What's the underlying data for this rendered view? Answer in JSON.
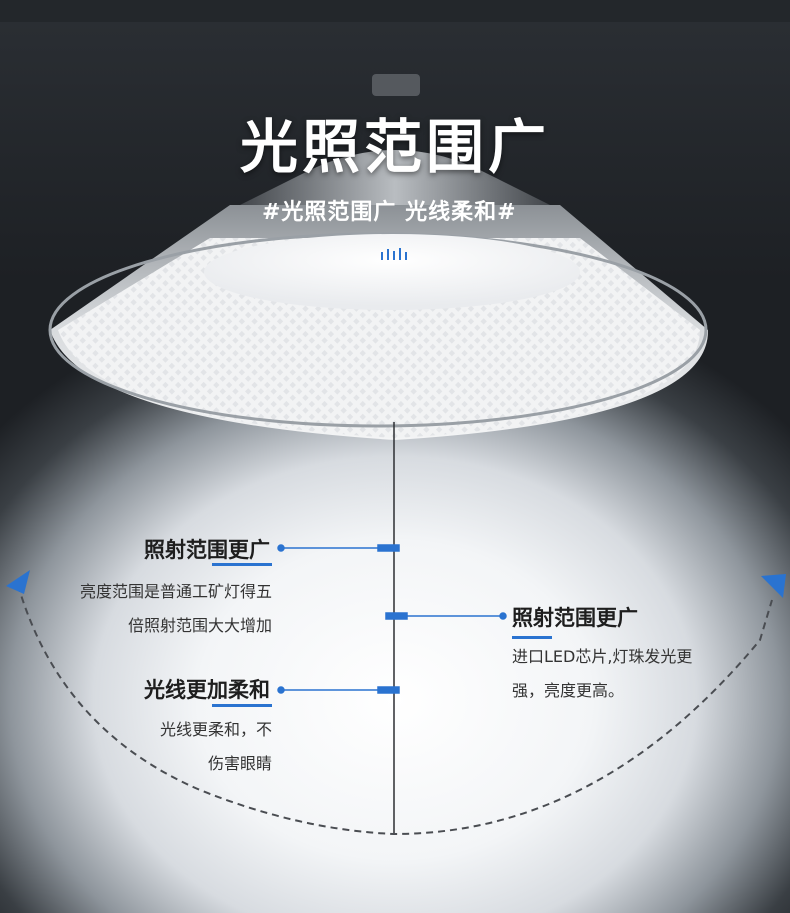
{
  "headline": "光照范围广",
  "subheadline": "#光照范围广 光线柔和#",
  "callouts": [
    {
      "title": "照射范围更广",
      "lines": [
        "亮度范围是普通工矿灯得五",
        "倍照射范围大大增加"
      ]
    },
    {
      "title": "照射范围更广",
      "lines": [
        "进口LED芯片,灯珠发光更",
        "强，亮度更高。"
      ]
    },
    {
      "title": "光线更加柔和",
      "lines": [
        "光线更柔和，不",
        "伤害眼睛"
      ]
    }
  ],
  "colors": {
    "accent": "#2a73d0",
    "text_dark": "#1e1e1e",
    "headline": "#ffffff",
    "background_dark": "#1d2024"
  },
  "icons": {
    "arrow_left": "triangle-arrow-left-icon",
    "arrow_right": "triangle-arrow-right-icon",
    "lamp": "highbay-lamp-icon"
  }
}
